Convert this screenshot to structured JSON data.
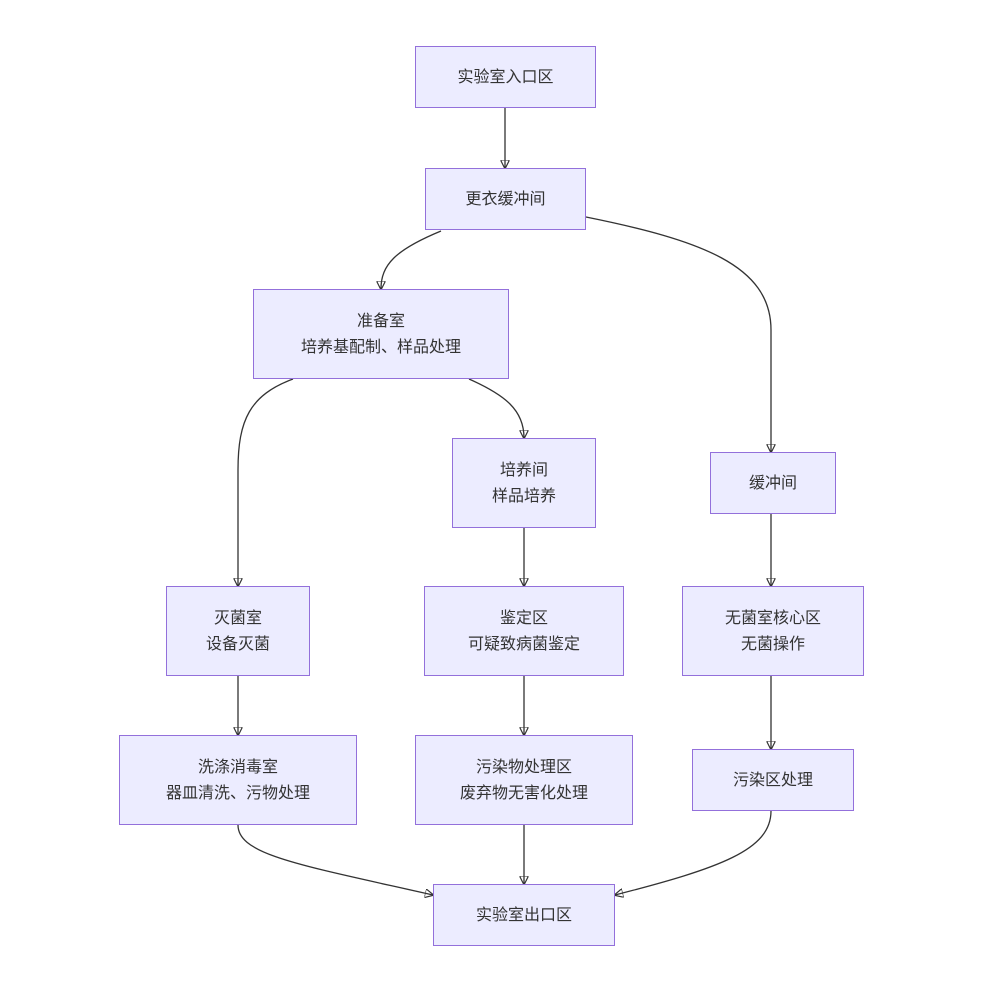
{
  "nodes": [
    {
      "id": "entrance",
      "lines": [
        "实验室入口区"
      ]
    },
    {
      "id": "changing",
      "lines": [
        "更衣缓冲间"
      ]
    },
    {
      "id": "prep",
      "lines": [
        "准备室",
        "培养基配制、样品处理"
      ]
    },
    {
      "id": "culture",
      "lines": [
        "培养间",
        "样品培养"
      ]
    },
    {
      "id": "buffer",
      "lines": [
        "缓冲间"
      ]
    },
    {
      "id": "sterilize",
      "lines": [
        "灭菌室",
        "设备灭菌"
      ]
    },
    {
      "id": "identify",
      "lines": [
        "鉴定区",
        "可疑致病菌鉴定"
      ]
    },
    {
      "id": "sterile-core",
      "lines": [
        "无菌室核心区",
        "无菌操作"
      ]
    },
    {
      "id": "washing",
      "lines": [
        "洗涤消毒室",
        "器皿清洗、污物处理"
      ]
    },
    {
      "id": "waste",
      "lines": [
        "污染物处理区",
        "废弃物无害化处理"
      ]
    },
    {
      "id": "contam",
      "lines": [
        "污染区处理"
      ]
    },
    {
      "id": "exit",
      "lines": [
        "实验室出口区"
      ]
    }
  ],
  "edges": [
    {
      "from": "entrance",
      "to": "changing"
    },
    {
      "from": "changing",
      "to": "prep"
    },
    {
      "from": "changing",
      "to": "buffer"
    },
    {
      "from": "prep",
      "to": "sterilize"
    },
    {
      "from": "prep",
      "to": "culture"
    },
    {
      "from": "culture",
      "to": "identify"
    },
    {
      "from": "buffer",
      "to": "sterile-core"
    },
    {
      "from": "sterilize",
      "to": "washing"
    },
    {
      "from": "identify",
      "to": "waste"
    },
    {
      "from": "sterile-core",
      "to": "contam"
    },
    {
      "from": "washing",
      "to": "exit"
    },
    {
      "from": "waste",
      "to": "exit"
    },
    {
      "from": "contam",
      "to": "exit"
    }
  ]
}
